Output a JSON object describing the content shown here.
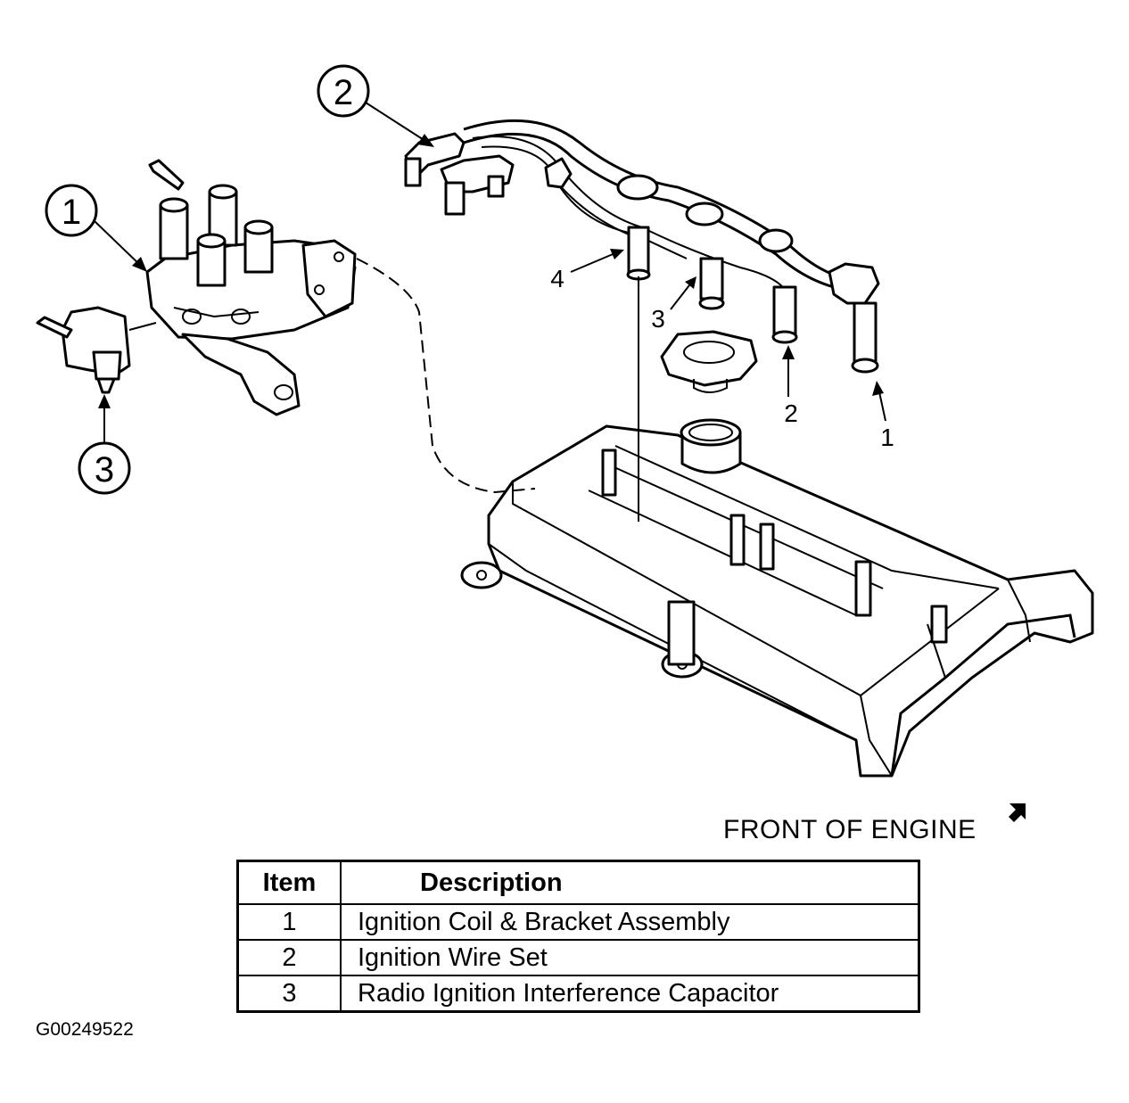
{
  "callouts": [
    "1",
    "2",
    "3"
  ],
  "wire_numbers": [
    "4",
    "3",
    "2",
    "1"
  ],
  "front_label": "FRONT OF ENGINE",
  "legend": {
    "headers": {
      "item": "Item",
      "description": "Description"
    },
    "rows": [
      {
        "item": "1",
        "description": "Ignition Coil & Bracket Assembly"
      },
      {
        "item": "2",
        "description": "Ignition Wire Set"
      },
      {
        "item": "3",
        "description": "Radio Ignition Interference Capacitor"
      }
    ]
  },
  "figure_id": "G00249522"
}
